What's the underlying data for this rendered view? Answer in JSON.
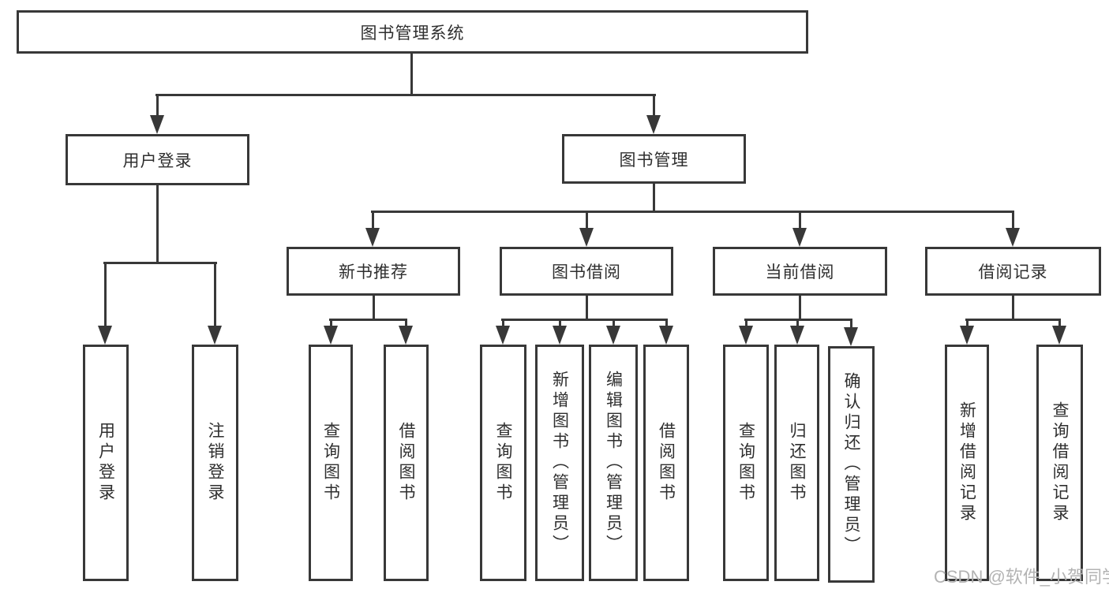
{
  "diagram": {
    "root": {
      "label": "图书管理系统"
    },
    "children": [
      {
        "label": "用户登录",
        "children": [
          {
            "label": "用户登录"
          },
          {
            "label": "注销登录"
          }
        ]
      },
      {
        "label": "图书管理",
        "children": [
          {
            "label": "新书推荐",
            "children": [
              {
                "label": "查询图书"
              },
              {
                "label": "借阅图书"
              }
            ]
          },
          {
            "label": "图书借阅",
            "children": [
              {
                "label": "查询图书"
              },
              {
                "label": "新增图书（管理员）"
              },
              {
                "label": "编辑图书（管理员）"
              },
              {
                "label": "借阅图书"
              }
            ]
          },
          {
            "label": "当前借阅",
            "children": [
              {
                "label": "查询图书"
              },
              {
                "label": "归还图书"
              },
              {
                "label": "确认归还（管理员）"
              }
            ]
          },
          {
            "label": "借阅记录",
            "children": [
              {
                "label": "新增借阅记录"
              },
              {
                "label": "查询借阅记录"
              }
            ]
          }
        ]
      }
    ]
  },
  "watermark": "CSDN @软件_小贺同学",
  "colors": {
    "line": "#383838",
    "text": "#2f2f2f",
    "watermark": "#b3b3b3",
    "background": "#ffffff"
  }
}
